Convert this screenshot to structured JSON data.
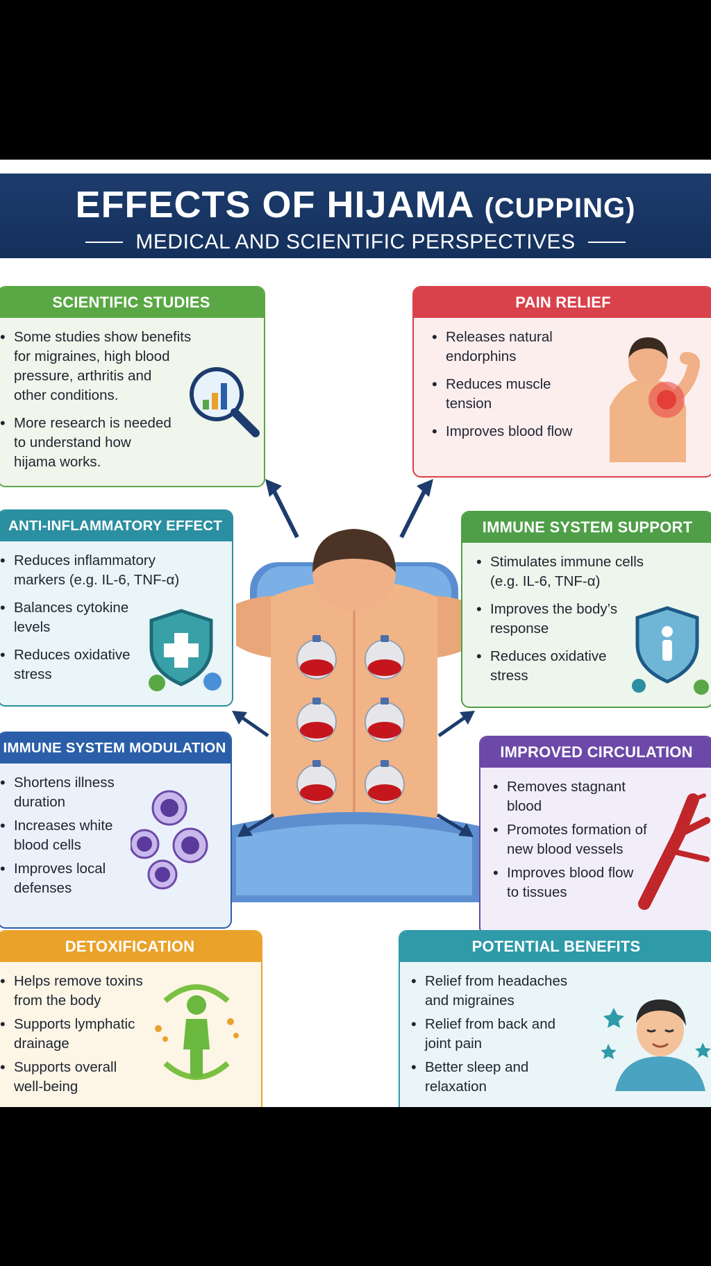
{
  "header": {
    "title_main": "EFFECTS OF HIJAMA ",
    "title_paren": "(CUPPING)",
    "subtitle": "MEDICAL AND SCIENTIFIC PERSPECTIVES"
  },
  "colors": {
    "header_bg": "#1d3c6d",
    "green": "#5aa845",
    "red": "#d9414b",
    "teal": "#2a8fa0",
    "green2": "#4e9f47",
    "blue": "#2a5ea8",
    "purple": "#6c48a8",
    "orange": "#eaa22a",
    "teal2": "#2f9aa8"
  },
  "cards": {
    "scientific": {
      "title": "SCIENTIFIC STUDIES",
      "items": [
        "Some studies show benefits\nfor migraines, high blood\npressure, arthritis and\nother conditions.",
        "More research is needed\nto understand how\nhijama works."
      ],
      "icon": "magnifier-chart-icon"
    },
    "pain": {
      "title": "PAIN RELIEF",
      "items": [
        "Releases natural\nendorphins",
        "Reduces muscle\ntension",
        "Improves blood flow"
      ],
      "icon": "sore-shoulder-icon"
    },
    "anti": {
      "title": "ANTI-INFLAMMATORY EFFECT",
      "items": [
        "Reduces inflammatory\nmarkers (e.g. IL-6, TNF-α)",
        "Balances cytokine\nlevels",
        "Reduces oxidative\nstress"
      ],
      "icon": "shield-cross-icon"
    },
    "immune_support": {
      "title": "IMMUNE SYSTEM SUPPORT",
      "items": [
        "Stimulates immune cells\n(e.g. IL-6, TNF-α)",
        "Improves the body’s\nresponse",
        "Reduces oxidative\nstress"
      ],
      "icon": "shield-person-icon"
    },
    "immune_mod": {
      "title": "IMMUNE SYSTEM MODULATION",
      "items": [
        "Shortens illness\nduration",
        "Increases white\nblood cells",
        "Improves local\ndefenses"
      ],
      "icon": "white-cells-icon"
    },
    "circulation": {
      "title": "IMPROVED CIRCULATION",
      "items": [
        "Removes stagnant\nblood",
        "Promotes formation of\nnew blood vessels",
        "Improves blood flow\nto tissues"
      ],
      "icon": "blood-vessel-icon"
    },
    "detox": {
      "title": "DETOXIFICATION",
      "items": [
        "Helps remove toxins\nfrom the body",
        "Supports lymphatic\ndrainage",
        "Supports overall\nwell-being"
      ],
      "icon": "detox-person-icon"
    },
    "benefits": {
      "title": "POTENTIAL BENEFITS",
      "items": [
        "Relief from headaches\nand migraines",
        "Relief from back and\njoint pain",
        "Better sleep and\nrelaxation"
      ],
      "icon": "relaxed-man-icon"
    }
  },
  "center_illustration": "cupping-back-icon"
}
